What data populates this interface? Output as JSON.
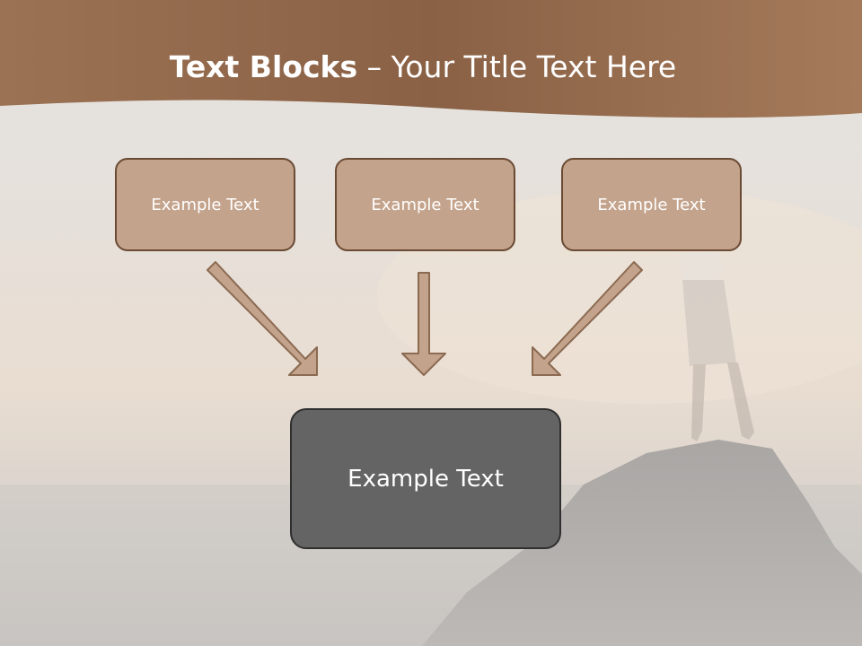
{
  "slide": {
    "title_bold": "Text Blocks",
    "title_dash": " – ",
    "title_rest": "Your Title Text Here"
  },
  "blocks": [
    {
      "label": "Example Text"
    },
    {
      "label": "Example Text"
    },
    {
      "label": "Example Text"
    }
  ],
  "target_block": {
    "label": "Example Text"
  },
  "colors": {
    "header": "#8f6547",
    "block_fill": "#c4a38c",
    "block_border": "#6b4a33",
    "target_fill": "#646464",
    "arrow_fill": "#c4a38c"
  }
}
